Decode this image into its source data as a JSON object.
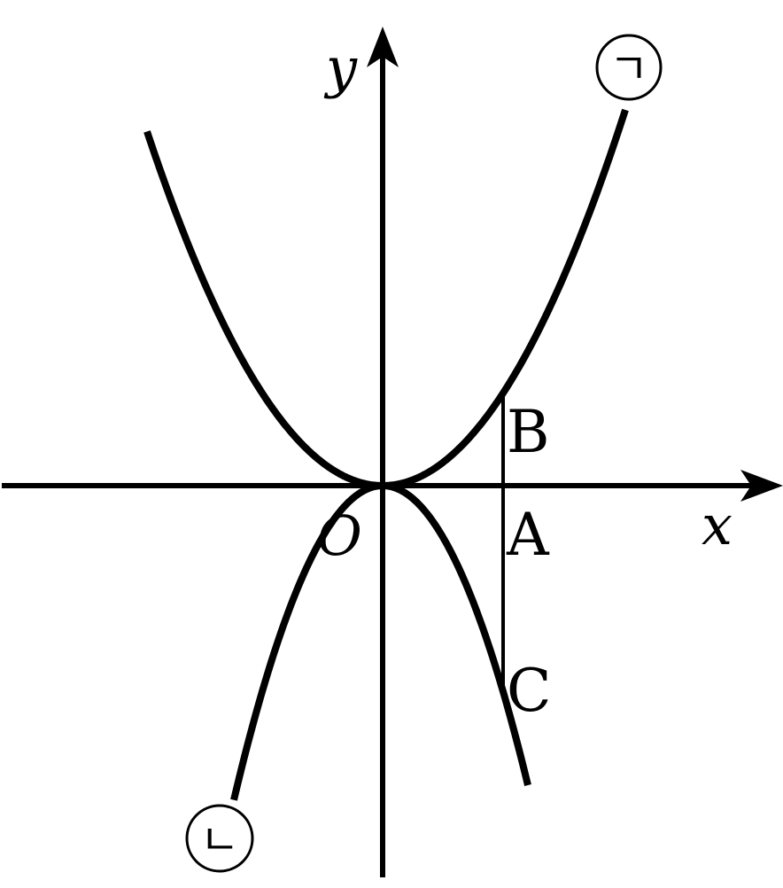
{
  "axes": {
    "x_label": "x",
    "y_label": "y",
    "origin_label": "O"
  },
  "points": {
    "A": "A",
    "B": "B",
    "C": "C"
  },
  "curves": {
    "upper_marker": "ㄱ",
    "lower_marker": "ㄴ"
  },
  "colors": {
    "ink": "#000000",
    "background": "#ffffff"
  }
}
